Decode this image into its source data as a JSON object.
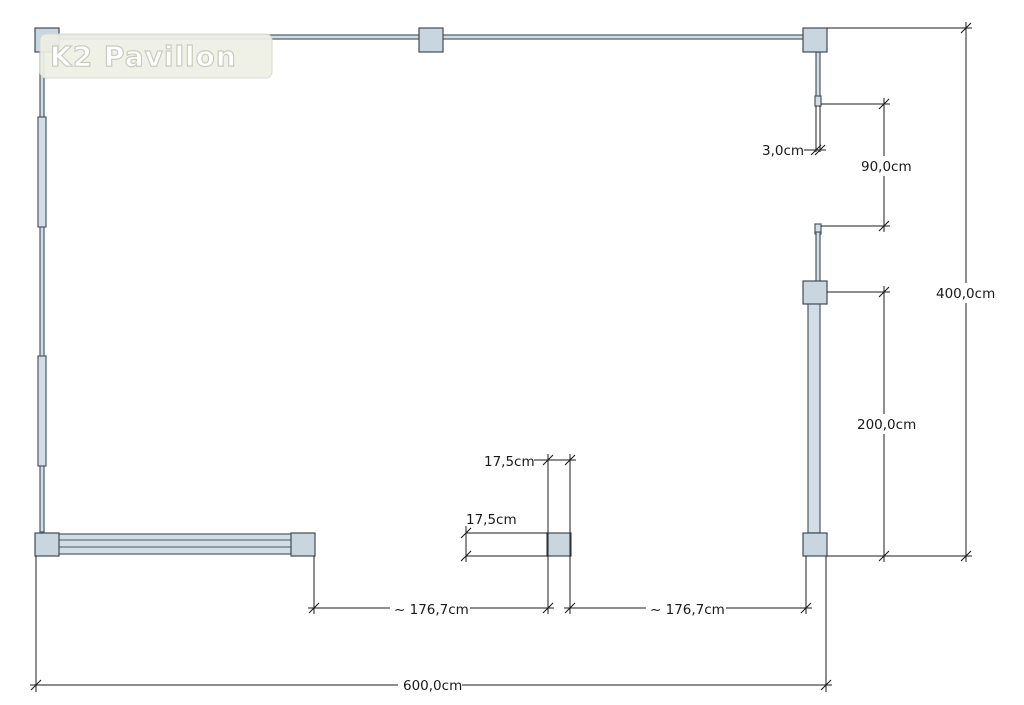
{
  "logo": {
    "text": "K2 Pavillon"
  },
  "dimensions": {
    "total_width": "600,0cm",
    "total_depth": "400,0cm",
    "door_opening": "90,0cm",
    "right_wall_section": "200,0cm",
    "wall_thickness": "3,0cm",
    "post_offset_x": "17,5cm",
    "post_offset_y": "17,5cm",
    "gap_left": "~ 176,7cm",
    "gap_right": "~ 176,7cm"
  }
}
